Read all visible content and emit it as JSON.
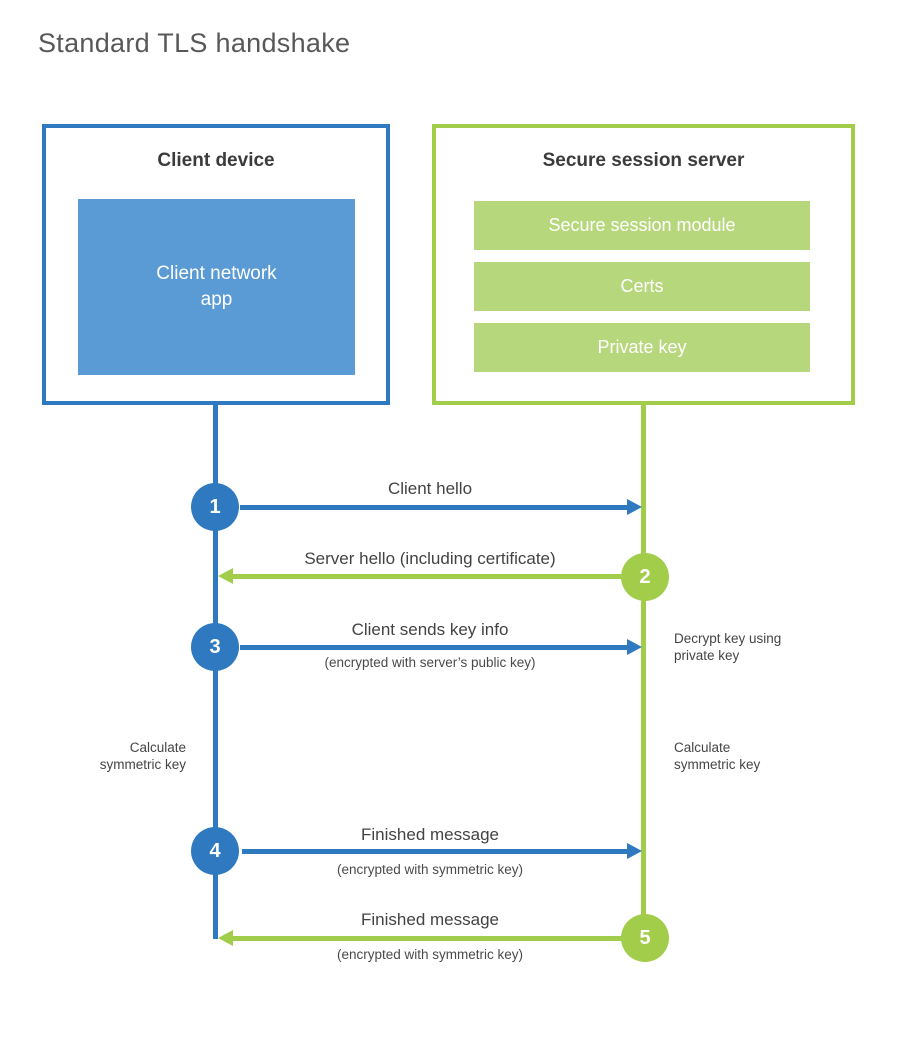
{
  "title": "Standard TLS handshake",
  "colors": {
    "blue_stroke": "#2e79bf",
    "blue_fill": "#5b9bd5",
    "green_stroke": "#a2cd4a",
    "green_fill": "#b7d77d"
  },
  "client": {
    "title": "Client device",
    "app_line1": "Client network",
    "app_line2": "app"
  },
  "server": {
    "title": "Secure session server",
    "modules": [
      "Secure session module",
      "Certs",
      "Private key"
    ]
  },
  "steps": [
    {
      "num": "1",
      "label": "Client hello",
      "sub": "",
      "direction": "client-to-server",
      "color": "blue"
    },
    {
      "num": "2",
      "label": "Server hello (including certificate)",
      "sub": "",
      "direction": "server-to-client",
      "color": "green"
    },
    {
      "num": "3",
      "label": "Client sends key info",
      "sub": "(encrypted with server’s public key)",
      "direction": "client-to-server",
      "color": "blue"
    },
    {
      "num": "4",
      "label": "Finished message",
      "sub": "(encrypted with symmetric key)",
      "direction": "client-to-server",
      "color": "blue"
    },
    {
      "num": "5",
      "label": "Finished message",
      "sub": "(encrypted with symmetric key)",
      "direction": "server-to-client",
      "color": "green"
    }
  ],
  "notes": {
    "decrypt_line1": "Decrypt key using",
    "decrypt_line2": "private key",
    "calc_left_line1": "Calculate",
    "calc_left_line2": "symmetric key",
    "calc_right_line1": "Calculate",
    "calc_right_line2": "symmetric key"
  }
}
